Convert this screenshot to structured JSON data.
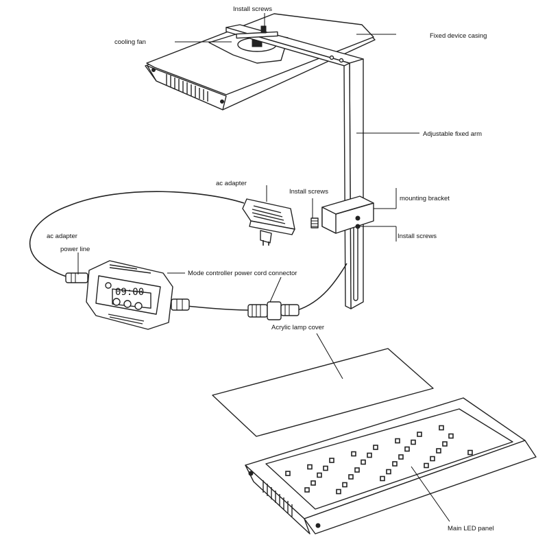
{
  "labels": {
    "install_screws_top": "Install screws",
    "fixed_device_casing": "Fixed device casing",
    "cooling_fan": "cooling fan",
    "adjustable_fixed_arm": "Adjustable fixed arm",
    "ac_adapter_top": "ac adapter",
    "install_screws_mid": "Install screws",
    "mounting_bracket": "mounting bracket",
    "install_screws_right": "Install screws",
    "ac_adapter_left": "ac adapter",
    "power_line": "power line",
    "mode_controller_connector": "Mode controller power cord connector",
    "acrylic_lamp_cover": "Acrylic lamp cover",
    "main_led_panel": "Main LED panel"
  },
  "controller": {
    "display": "09:00"
  }
}
